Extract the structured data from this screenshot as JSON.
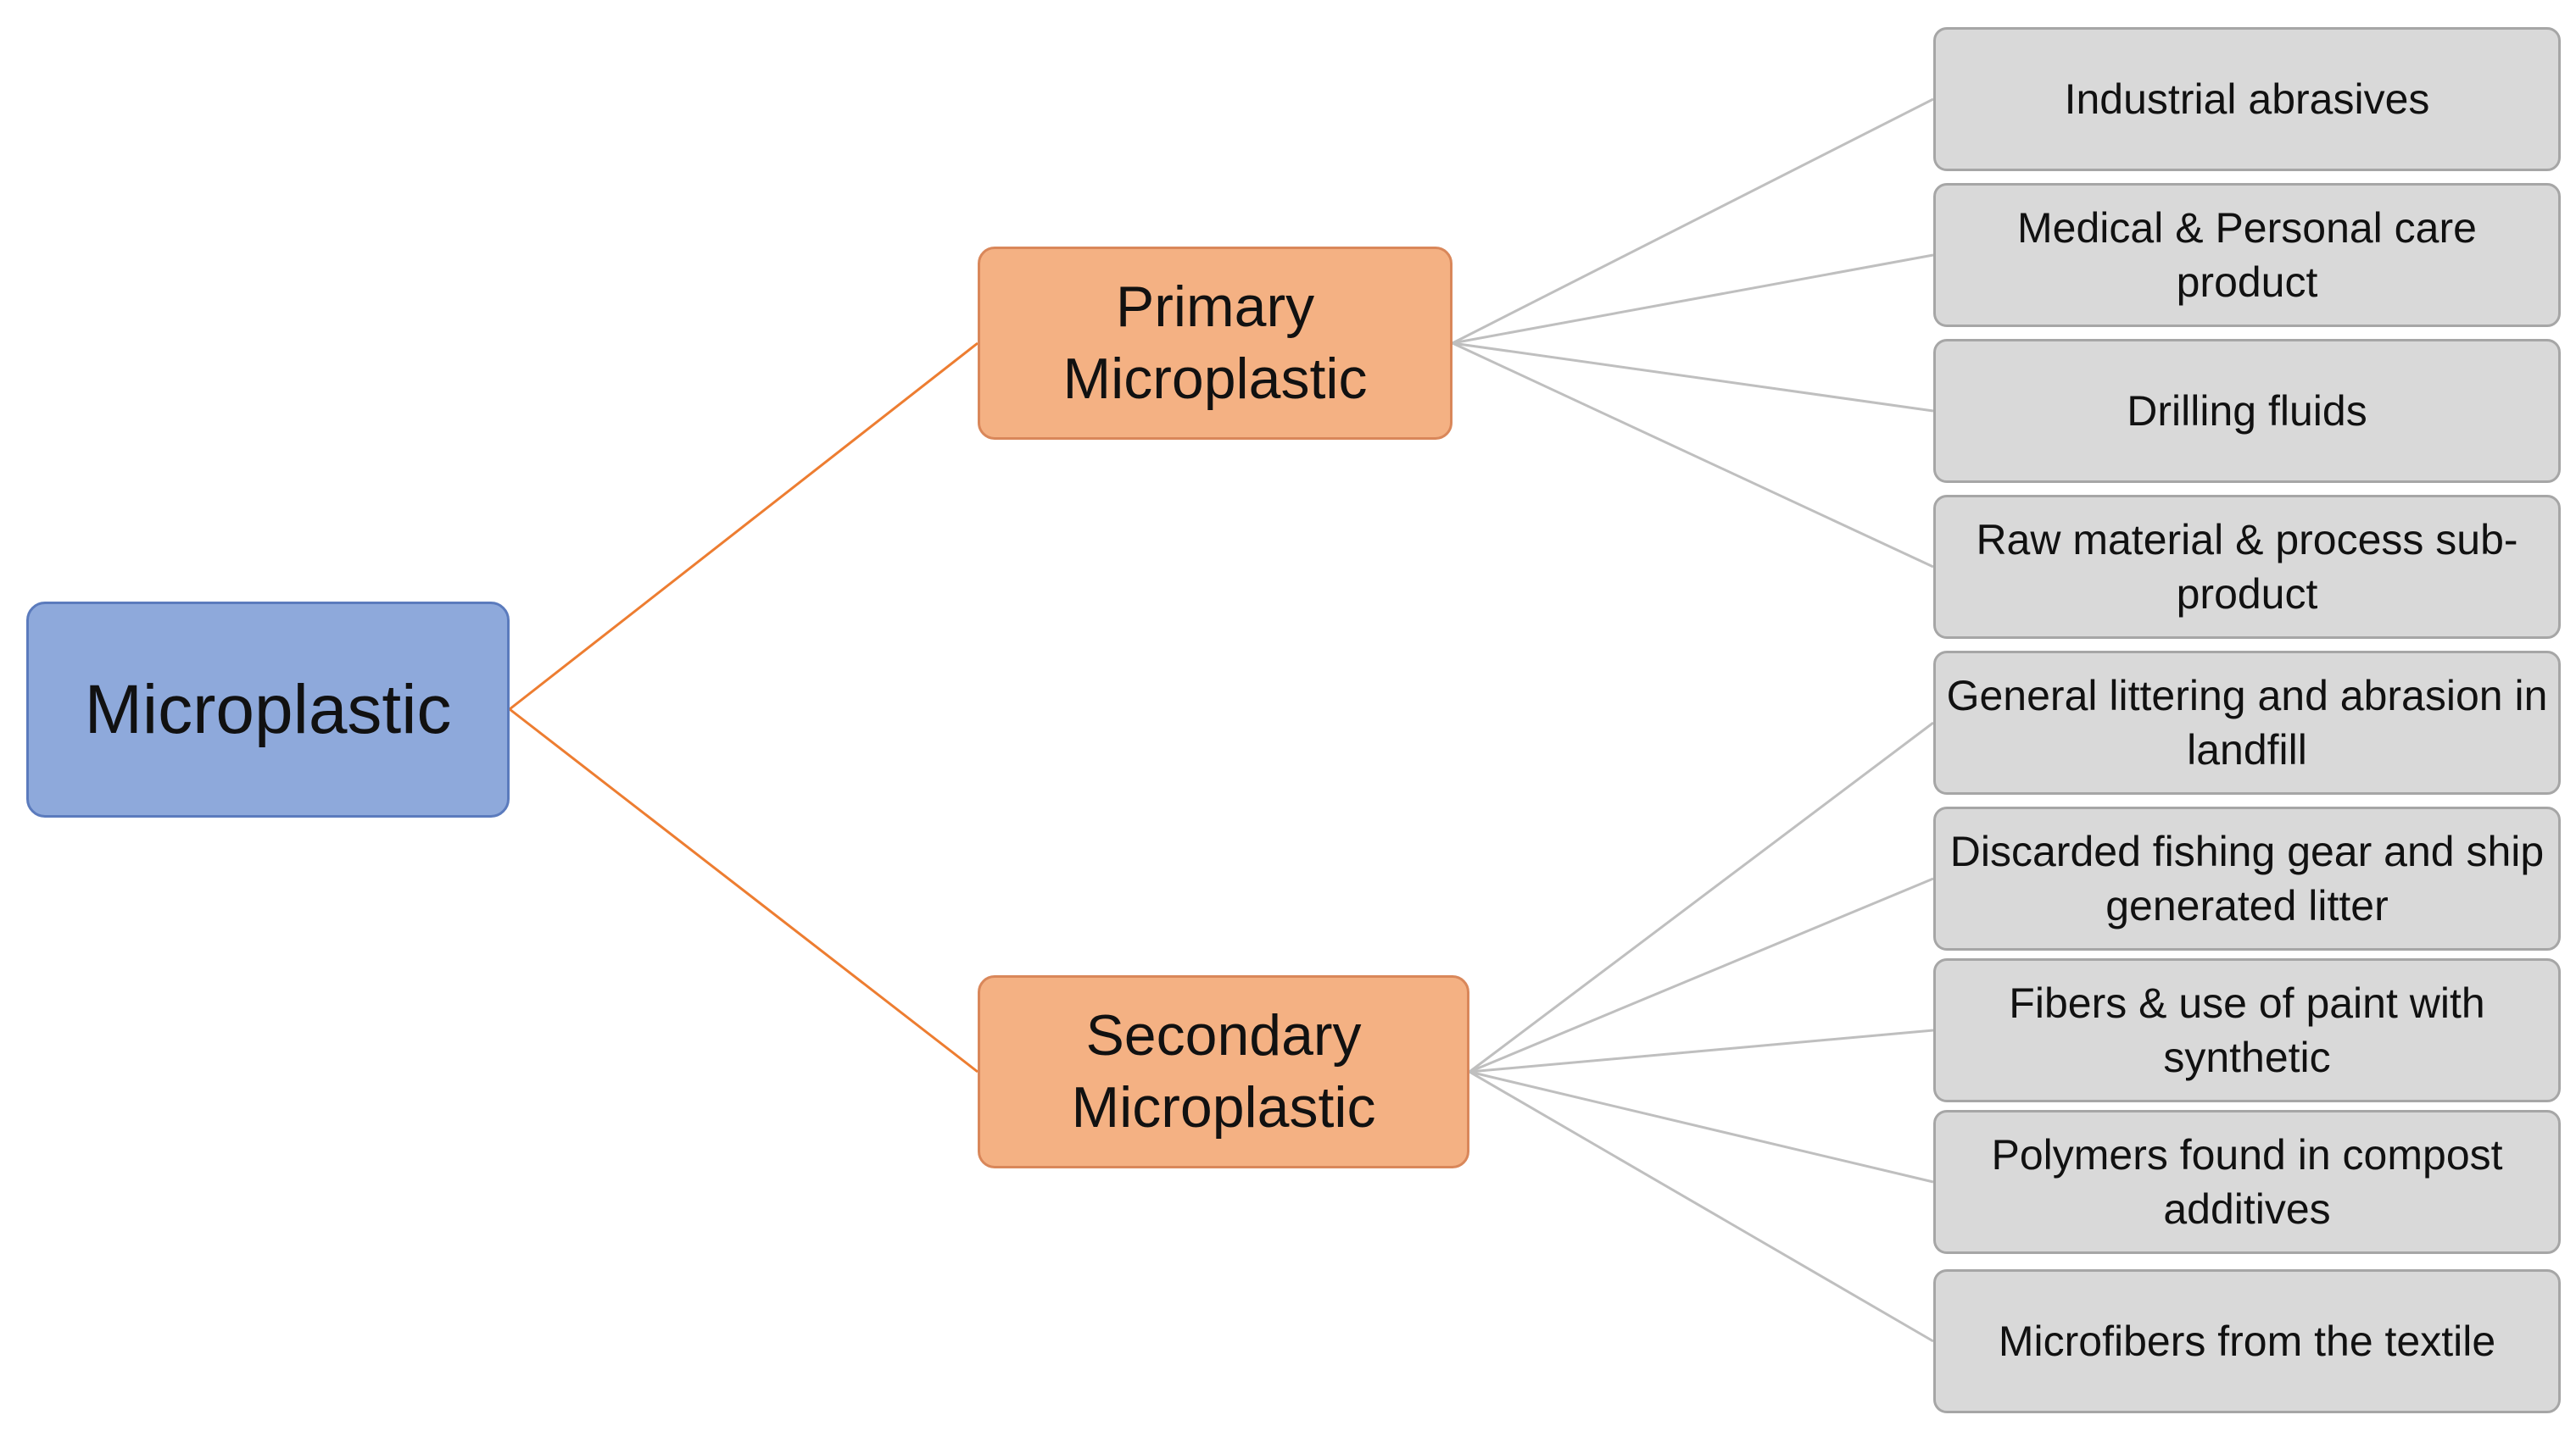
{
  "root": {
    "label": "Microplastic",
    "color": "#8ea9db"
  },
  "categories": [
    {
      "label": "Primary Microplastic",
      "color": "#f4b183",
      "items": [
        "Industrial abrasives",
        "Medical & Personal care product",
        "Drilling fluids",
        "Raw material & process sub-product"
      ]
    },
    {
      "label": "Secondary Microplastic",
      "color": "#f4b183",
      "items": [
        "General littering and abrasion in landfill",
        "Discarded fishing gear and ship generated litter",
        "Fibers & use of paint with synthetic",
        "Polymers found in compost additives",
        "Microfibers from the textile"
      ]
    }
  ],
  "colors": {
    "root_to_category_line": "#ed7d31",
    "category_to_item_line": "#bfbfbf",
    "item_box": "#d9d9d9"
  }
}
